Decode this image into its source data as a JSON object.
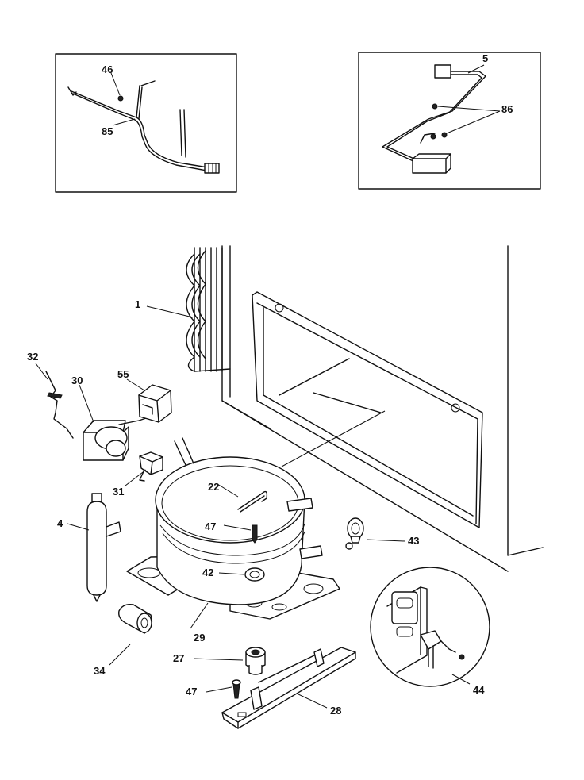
{
  "labels": {
    "p1": "1",
    "p4": "4",
    "p5": "5",
    "p22": "22",
    "p27": "27",
    "p28": "28",
    "p29": "29",
    "p30": "30",
    "p31": "31",
    "p32": "32",
    "p34": "34",
    "p42": "42",
    "p43": "43",
    "p44": "44",
    "p46": "46",
    "p47a": "47",
    "p47b": "47",
    "p55": "55",
    "p85": "85",
    "p86": "86"
  }
}
